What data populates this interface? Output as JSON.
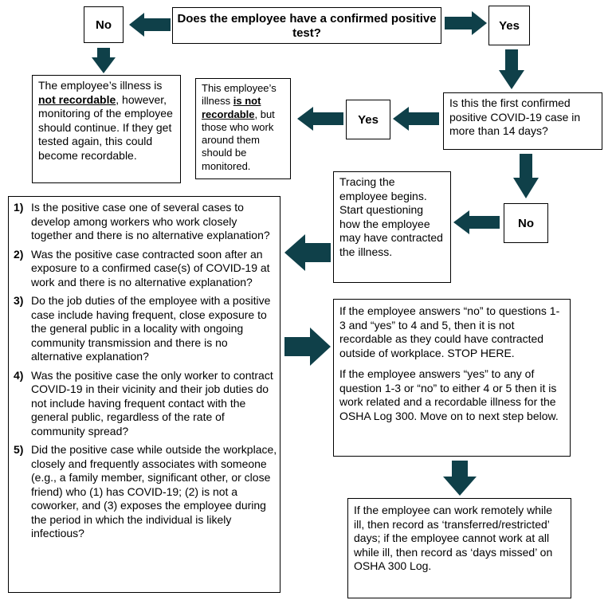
{
  "colors": {
    "arrow": "#0f4049"
  },
  "top_question": "Does the employee have a confirmed positive test?",
  "no_label": "No",
  "yes_label": "Yes",
  "not_recordable_box": {
    "pre": "The employee’s illness is ",
    "bold": "not recordable",
    "post": ", however, monitoring of the employee should continue. If they get tested again, this could become recordable."
  },
  "monitor_box": {
    "pre": "This employee’s illness ",
    "bold": "is not recordable",
    "post": ", but those who work around them should be monitored."
  },
  "first_case_question": "Is this the first confirmed positive COVID-19 case in more than 14 days?",
  "tracing_box": "Tracing the employee begins. Start questioning how the employee may have contracted the illness.",
  "questions": [
    {
      "num": "1)",
      "text": "Is the positive case one of several cases to develop among workers who work closely together and there is no alternative explanation?"
    },
    {
      "num": "2)",
      "text": "Was the positive case contracted soon after an exposure to a confirmed case(s) of COVID-19 at work and there is no alternative explanation?"
    },
    {
      "num": "3)",
      "text": "Do the job duties of the employee with a positive case include having frequent, close exposure to the general public in a locality with ongoing community transmission and there is no alternative explanation?"
    },
    {
      "num": "4)",
      "text": "Was the positive case the only worker to contract COVID-19 in their vicinity and their job duties do not include having frequent contact with the general public, regardless of the rate of community spread?"
    },
    {
      "num": "5)",
      "text": "Did the positive case while outside the workplace, closely and frequently associates with someone (e.g., a family member, significant other, or close friend) who (1) has COVID-19; (2) is not a coworker, and (3) exposes the employee during the period in which the individual is likely infectious?"
    }
  ],
  "answers_box": {
    "p1": "If the employee answers “no” to questions 1-3 and “yes” to 4 and 5, then it is not recordable as they could have contracted outside of workplace. STOP HERE.",
    "p2": "If the employee answers “yes” to any of question 1-3 or “no” to either 4 or 5 then it is work related and a recordable illness for the OSHA Log 300. Move on to next step below."
  },
  "record_box": "If the employee can work remotely while ill, then record as ‘transferred/restricted’ days; if the employee cannot work at all while ill, then record as ‘days missed’ on OSHA 300 Log."
}
